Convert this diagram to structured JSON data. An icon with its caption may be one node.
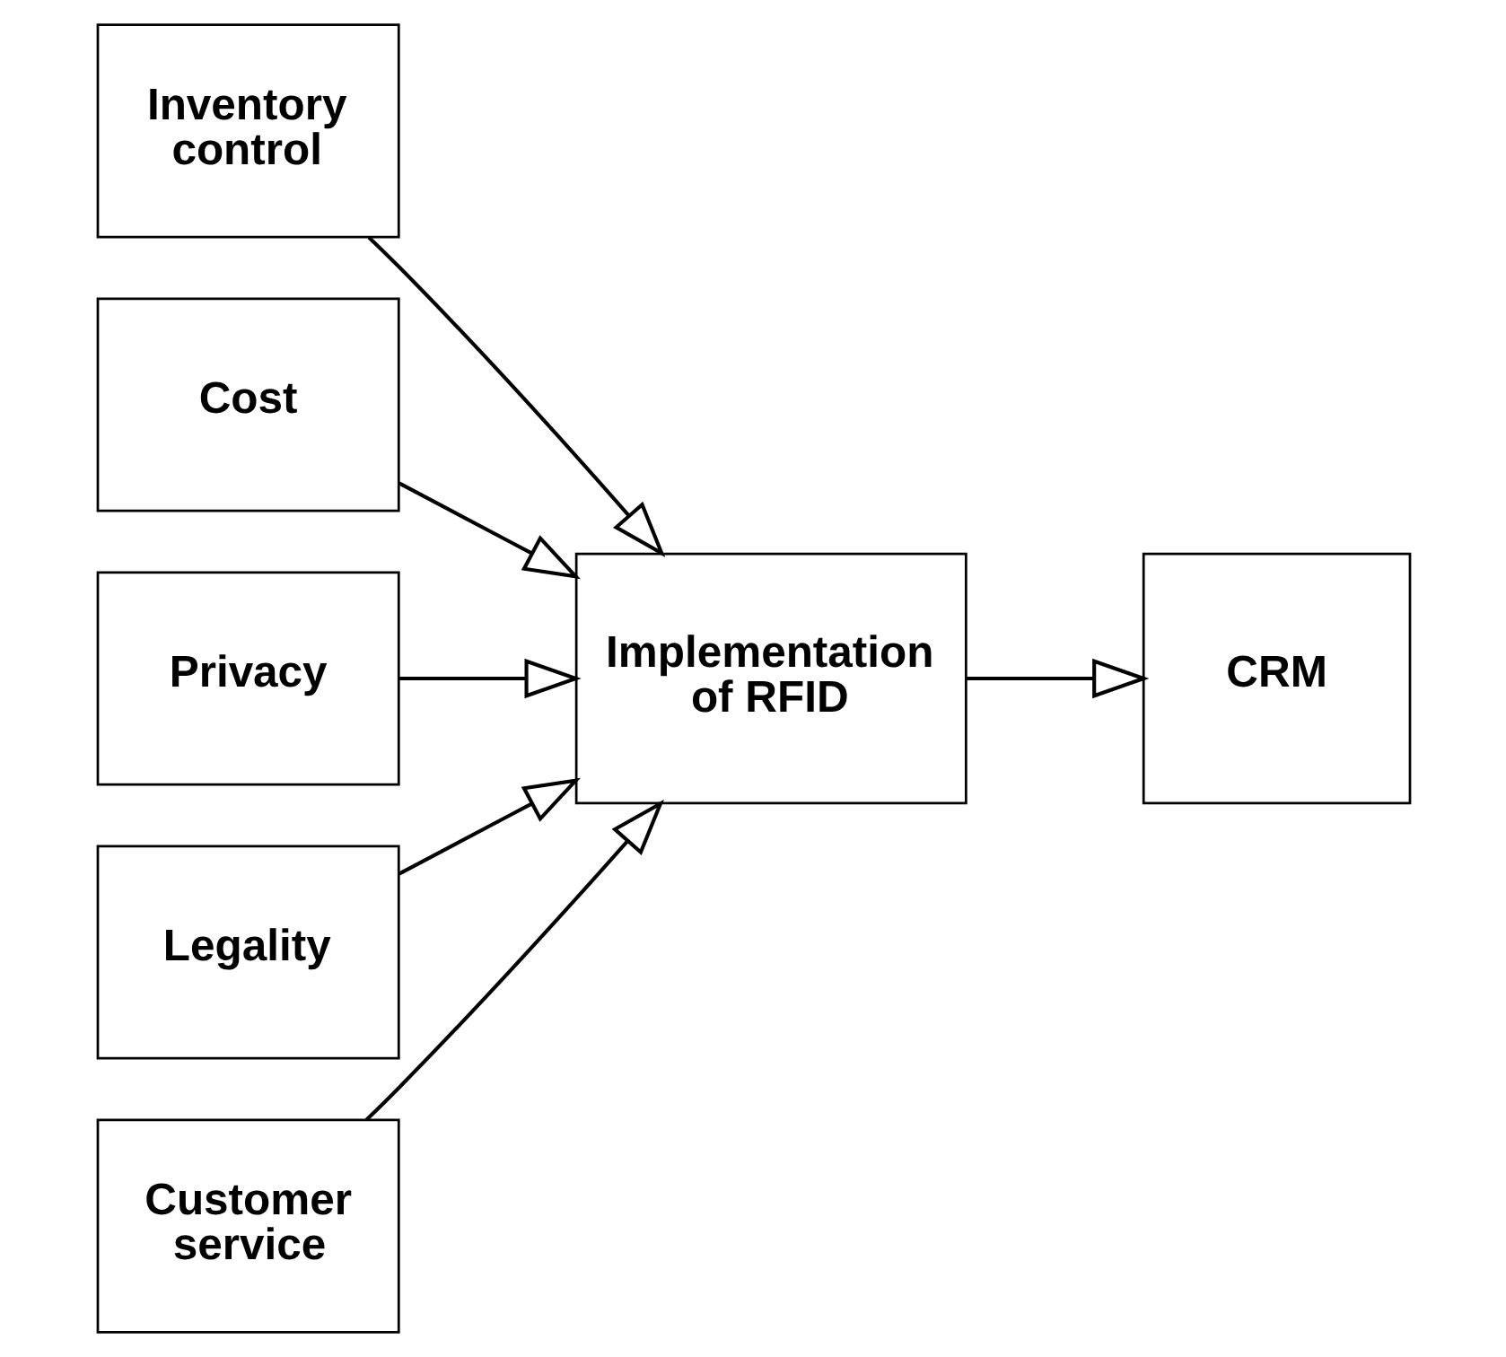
{
  "diagram": {
    "nodes": [
      {
        "text": [
          "Inventory control"
        ]
      },
      {
        "text": [
          "Cost"
        ]
      },
      {
        "text": [
          "Privacy"
        ]
      },
      {
        "text": [
          "Legality"
        ]
      },
      {
        "text": [
          "Customer service"
        ]
      },
      {
        "text": [
          "Implementation of RFID"
        ]
      },
      {
        "text": [
          "CRM"
        ]
      }
    ],
    "edges": [
      {
        "from": 0,
        "to": 5,
        "arrow": "to"
      },
      {
        "from": 1,
        "to": 5,
        "arrow": "to"
      },
      {
        "from": 2,
        "to": 5,
        "arrow": "to"
      },
      {
        "from": 3,
        "to": 5,
        "arrow": "to"
      },
      {
        "from": 4,
        "to": 5,
        "arrow": "to"
      },
      {
        "from": 5,
        "to": 6,
        "arrow": "to"
      }
    ]
  }
}
